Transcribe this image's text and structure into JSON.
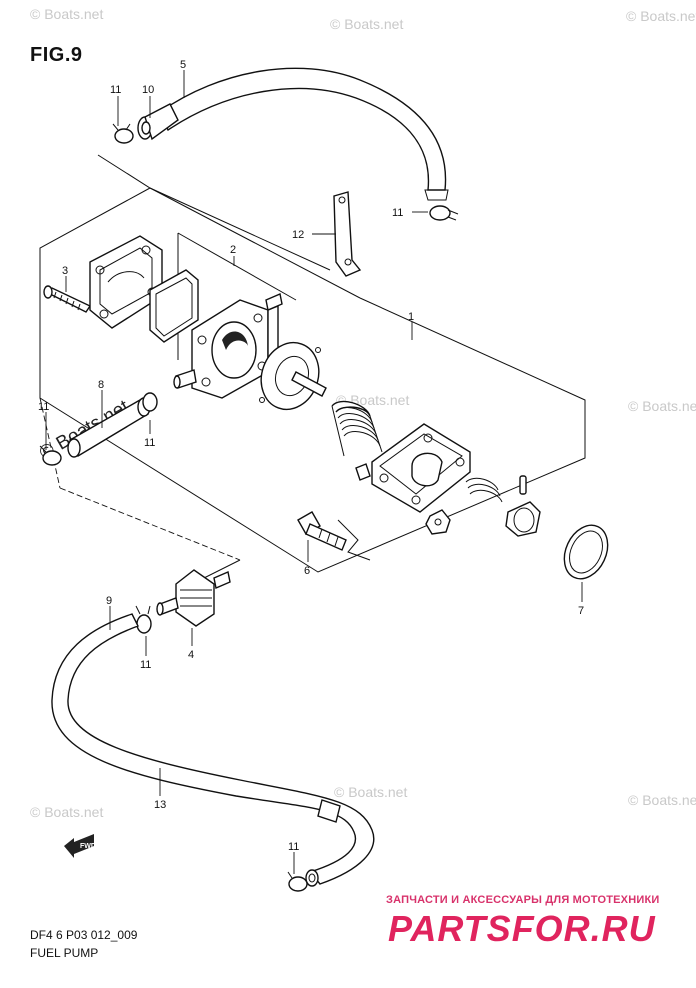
{
  "figure": {
    "title": "FIG.9",
    "code": "DF4 6 P03 012_009",
    "caption": "FUEL PUMP"
  },
  "callouts": {
    "p1": "1",
    "p2": "2",
    "p3": "3",
    "p4": "4",
    "p5": "5",
    "p6": "6",
    "p7": "7",
    "p8": "8",
    "p9": "9",
    "p10": "10",
    "p11a": "11",
    "p11b": "11",
    "p11c": "11",
    "p11d": "11",
    "p11e": "11",
    "p11f": "11",
    "p12": "12",
    "p13": "13"
  },
  "fwd_label": "FWD",
  "watermarks": {
    "small": "© Boats.net",
    "large": "© Boats.net"
  },
  "shop": {
    "tagline": "ЗАПЧАСТИ И АКСЕССУАРЫ ДЛЯ МОТОТЕХНИКИ",
    "logo": "PARTSFOR.RU"
  },
  "colors": {
    "ink": "#111111",
    "watermark": "#c9c9c9",
    "shop_brand": "#e0245e"
  }
}
